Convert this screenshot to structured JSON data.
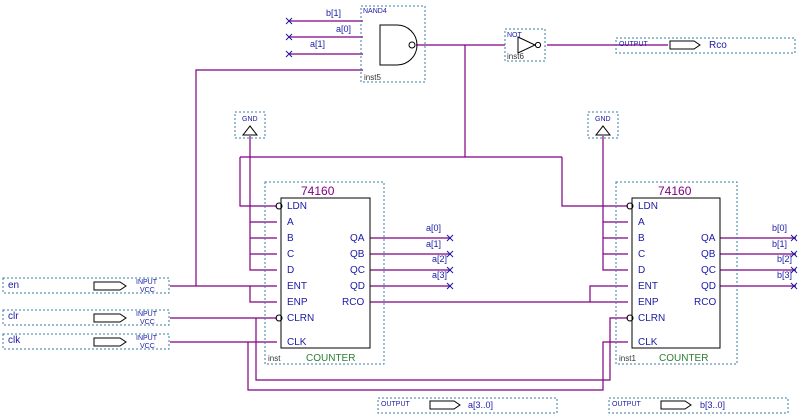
{
  "nand": {
    "type": "NAND4",
    "inst": "inst5",
    "inputs": [
      "b[1]",
      "a[0]",
      "a[1]"
    ]
  },
  "not_gate": {
    "type": "NOT",
    "inst": "inst6"
  },
  "gnd_label": "GND",
  "counters": [
    {
      "title": "74160",
      "footer": "COUNTER",
      "inst": "inst",
      "left_pins": [
        "LDN",
        "A",
        "B",
        "C",
        "D",
        "ENT",
        "ENP",
        "CLRN",
        "CLK"
      ],
      "right_pins": [
        "QA",
        "QB",
        "QC",
        "QD",
        "RCO"
      ],
      "outputs": [
        "a[0]",
        "a[1]",
        "a[2]",
        "a[3]"
      ]
    },
    {
      "title": "74160",
      "footer": "COUNTER",
      "inst": "inst1",
      "left_pins": [
        "LDN",
        "A",
        "B",
        "C",
        "D",
        "ENT",
        "ENP",
        "CLRN",
        "CLK"
      ],
      "right_pins": [
        "QA",
        "QB",
        "QC",
        "QD",
        "RCO"
      ],
      "outputs": [
        "b[0]",
        "b[1]",
        "b[2]",
        "b[3]"
      ]
    }
  ],
  "inputs": [
    {
      "name": "en",
      "kind": "INPUT",
      "sub": "VCC"
    },
    {
      "name": "clr",
      "kind": "INPUT",
      "sub": "VCC"
    },
    {
      "name": "clk",
      "kind": "INPUT",
      "sub": "VCC"
    }
  ],
  "outputs": [
    {
      "name": "Rco",
      "kind": "OUTPUT"
    },
    {
      "name": "a[3..0]",
      "kind": "OUTPUT"
    },
    {
      "name": "b[3..0]",
      "kind": "OUTPUT"
    }
  ]
}
